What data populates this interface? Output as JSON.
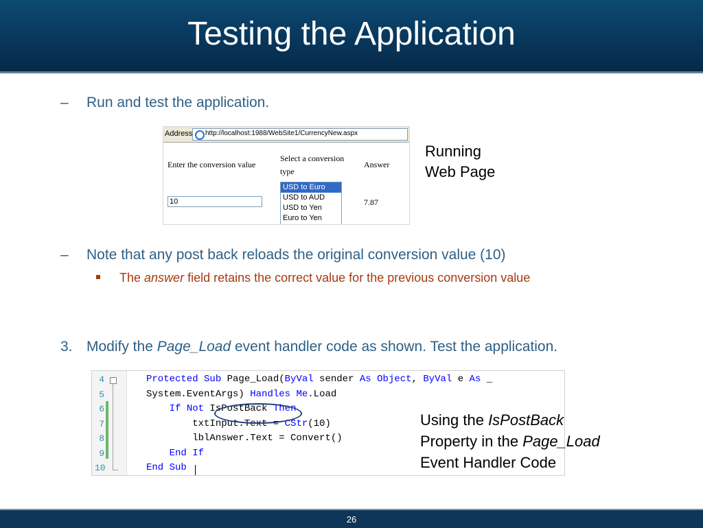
{
  "slide": {
    "title": "Testing the Application",
    "page_number": "26"
  },
  "bullets": {
    "b1": "Run and test the application.",
    "b2": "Note that any post back reloads the original conversion value (10)",
    "b3_prefix": "The ",
    "b3_italic": "answer",
    "b3_suffix": " field retains the correct value for the previous conversion value",
    "b4_number": "3.",
    "b4_prefix": "Modify the ",
    "b4_italic": "Page_Load",
    "b4_suffix": " event handler code as shown. Test the application."
  },
  "captions": {
    "running_l1": "Running",
    "running_l2": "Web Page",
    "using_l1_prefix": "Using the ",
    "using_l1_italic": "IsPostBack",
    "using_l2_prefix": "Property in the ",
    "using_l2_italic": "Page_Load",
    "using_l3": "Event Handler Code"
  },
  "browser_shot": {
    "address_label": "Address",
    "url": "http://localhost:1988/WebSite1/CurrencyNew.aspx",
    "enter_label": "Enter the conversion value",
    "select_label_l1": "Select a conversion",
    "select_label_l2": "type",
    "answer_label": "Answer",
    "input_value": "10",
    "list_items": [
      "USD to Euro",
      "USD to AUD",
      "USD to Yen",
      "Euro to Yen"
    ],
    "answer_value": "7.87"
  },
  "code_shot": {
    "line_numbers": [
      "4",
      "5",
      "6",
      "7",
      "8",
      "9",
      "10"
    ],
    "l4": {
      "kw1": "Protected Sub",
      "t1": " Page_Load(",
      "kw2": "ByVal",
      "t2": " sender ",
      "kw3": "As",
      "ty1": " Object",
      "t3": ", ",
      "kw4": "ByVal",
      "t4": " e ",
      "kw5": "As",
      "t5": " _"
    },
    "l5": {
      "t1": "System.EventArgs) ",
      "kw1": "Handles",
      "t2": " ",
      "kw2": "Me",
      "t3": ".Load"
    },
    "l6": {
      "t0": "    ",
      "kw1": "If Not",
      "t1": " IsPostBack ",
      "kw2": "Then"
    },
    "l7": {
      "t1": "        txtInput.Text = ",
      "kw1": "CStr",
      "t2": "(10)"
    },
    "l8": {
      "t1": "        lblAnswer.Text = Convert()"
    },
    "l9": {
      "t0": "    ",
      "kw1": "End If"
    },
    "l10": {
      "kw1": "End Sub"
    }
  }
}
